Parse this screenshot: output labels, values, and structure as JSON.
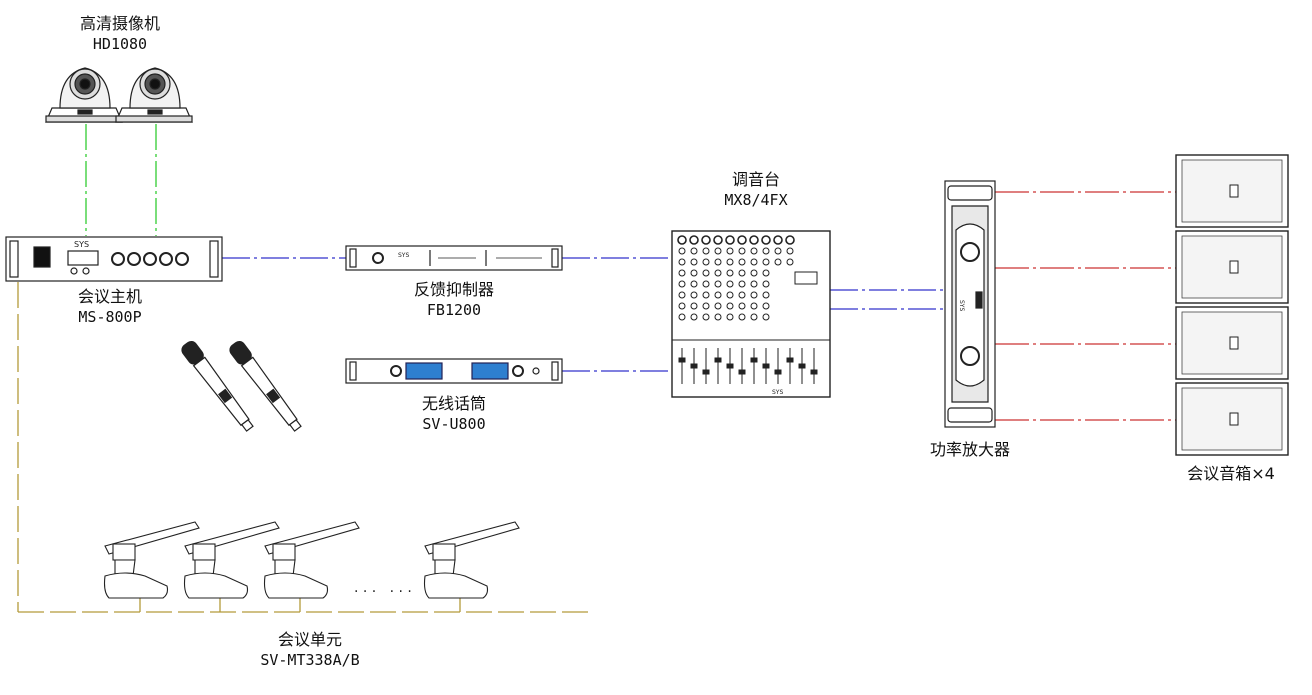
{
  "colors": {
    "green_link": "#33cc33",
    "blue_link": "#3333cc",
    "red_link": "#cc3333",
    "olive_link": "#b39a3a",
    "device_line": "#222222",
    "display_blue": "#2e7fd0"
  },
  "devices": {
    "camera": {
      "name": "高清摄像机",
      "model": "HD1080"
    },
    "host": {
      "name": "会议主机",
      "model": "MS-800P",
      "brand": "SYS"
    },
    "feedback": {
      "name": "反馈抑制器",
      "model": "FB1200",
      "brand": "SYS"
    },
    "wireless_mic": {
      "name": "无线话筒",
      "model": "SV-U800"
    },
    "mixer": {
      "name": "调音台",
      "model": "MX8/4FX",
      "brand": "SYS"
    },
    "amplifier": {
      "name": "功率放大器",
      "brand": "SYS"
    },
    "speakers": {
      "name": "会议音箱×4"
    },
    "units": {
      "name": "会议单元",
      "model": "SV-MT338A/B",
      "ellipsis": "· · ·   · · ·"
    }
  }
}
